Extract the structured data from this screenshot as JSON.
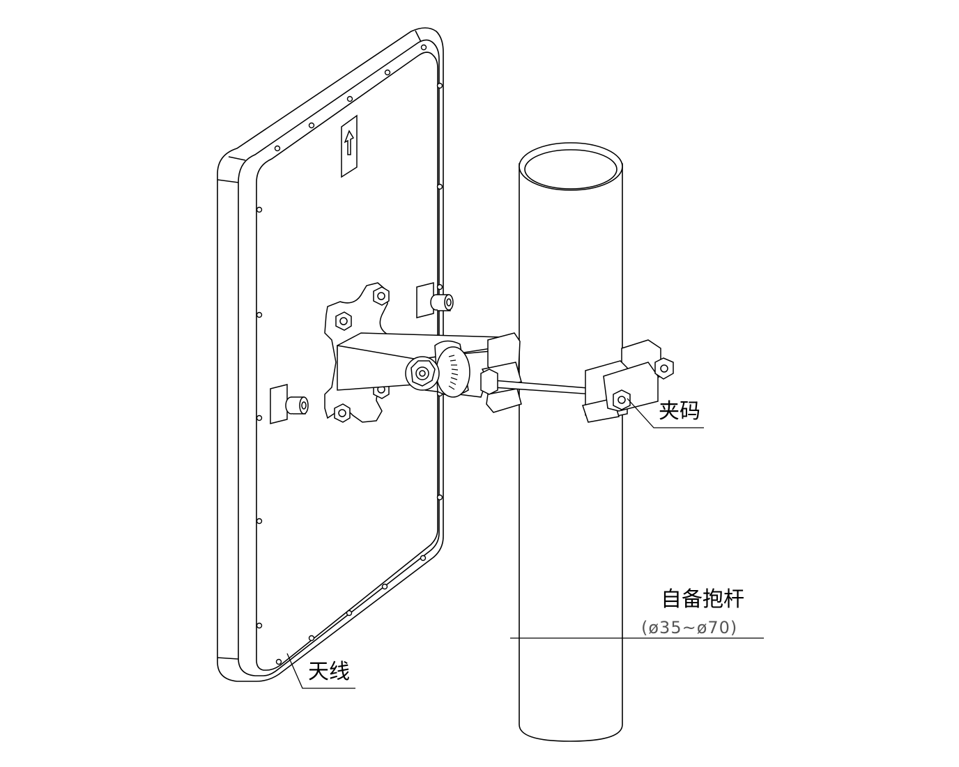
{
  "labels": {
    "clamp": "夹码",
    "pole": "自备抱杆",
    "pole_diameter": "(ø35~ø70)",
    "antenna": "天线"
  }
}
